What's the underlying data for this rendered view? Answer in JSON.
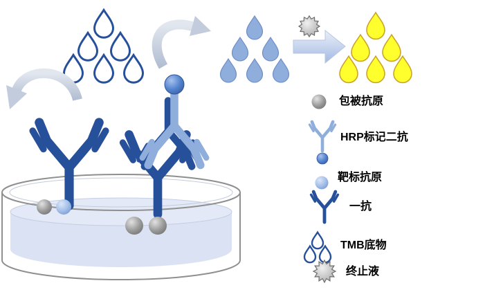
{
  "colors": {
    "dark_blue": "#27509B",
    "light_blue": "#8FAEDC",
    "pale_blue": "#DAE2F3",
    "hrp_blue": "#2F5597",
    "yellow": "#FFFF2E",
    "yellow_stroke": "#C9A227",
    "dish_stroke": "#8F8F8F"
  },
  "legend": {
    "items": [
      {
        "icon": "coating-antigen-icon",
        "label": "包被抗原"
      },
      {
        "icon": "hrp-secondary-antibody-icon",
        "label": "HRP标记二抗"
      },
      {
        "icon": "target-antigen-icon",
        "label": "靶标抗原"
      },
      {
        "icon": "primary-antibody-icon",
        "label": "一抗"
      },
      {
        "icon": "tmb-substrate-icon",
        "label": "TMB底物"
      },
      {
        "icon": "stop-solution-icon",
        "label": "终止液"
      }
    ]
  }
}
